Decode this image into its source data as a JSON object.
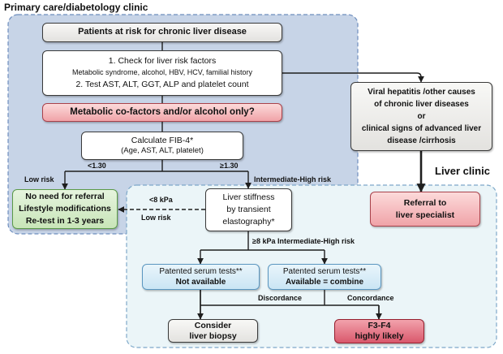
{
  "regions": {
    "primary_care_label": "Primary care/diabetology clinic",
    "liver_clinic_label": "Liver clinic"
  },
  "nodes": {
    "patients": "Patients at risk for chronic liver disease",
    "check": [
      "1. Check for liver risk factors",
      "Metabolic syndrome, alcohol, HBV, HCV, familial history",
      "2. Test AST, ALT, GGT, ALP and platelet count"
    ],
    "cofactors": "Metabolic co-factors and/or alcohol only?",
    "fib4": [
      "Calculate FIB-4*",
      "(Age, AST, ALT, platelet)"
    ],
    "viral": [
      "Viral hepatitis /other causes",
      "of chronic liver diseases",
      "or",
      "clinical signs of advanced liver",
      "disease /cirrhosis"
    ],
    "no_referral": [
      "No need for referral",
      "Lifestyle modifications",
      "Re-test in 1-3 years"
    ],
    "stiffness": [
      "Liver stiffness",
      "by transient",
      "elastography*"
    ],
    "referral": [
      "Referral to",
      "liver specialist"
    ],
    "serum_unavailable": [
      "Patented serum tests**",
      "Not available"
    ],
    "serum_available": [
      "Patented serum tests**",
      "Available = combine"
    ],
    "biopsy": [
      "Consider",
      "liver biopsy"
    ],
    "f3f4": [
      "F3-F4",
      "highly likely"
    ]
  },
  "edges": {
    "fib4_low_threshold": "<1.30",
    "fib4_low_label": "Low risk",
    "fib4_high_threshold": "≥1.30",
    "fib4_high_label": "Intermediate-High risk",
    "stiffness_low_threshold": "<8 kPa",
    "stiffness_low_label": "Low risk",
    "stiffness_high": "≥8 kPa Intermediate-High risk",
    "discordance": "Discordance",
    "concordance": "Concordance"
  },
  "colors": {
    "primary_care_region": "#c7d4e7",
    "liver_clinic_region": "#ebf5f8",
    "neutral_gray": "#e3e2df",
    "alert_pink": "#f0a3a8",
    "outcome_red": "#d9586c",
    "safe_green": "#c8e5b8",
    "serum_blue": "#cae5f4"
  }
}
